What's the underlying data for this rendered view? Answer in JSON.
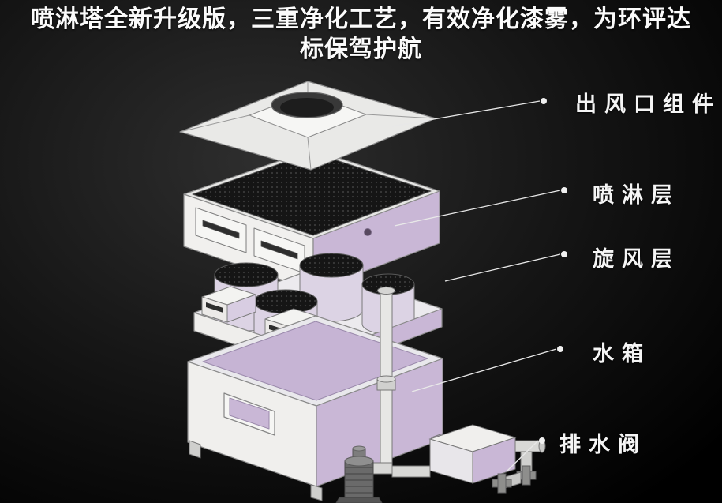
{
  "title": {
    "line1": "喷淋塔全新升级版，三重净化工艺，有效净化漆雾，为环评达",
    "line2": "标保驾护航"
  },
  "labels": {
    "air_outlet": "出风口组件",
    "spray_layer": "喷淋层",
    "cyclone_layer": "旋风层",
    "water_tank": "水箱",
    "drain_valve": "排水阀"
  },
  "colors": {
    "background": "#000000",
    "title_text": "#fbfbfb",
    "label_text": "#f5f5f5",
    "leader_line": "#e8e8e8",
    "machine_white": "#f0efed",
    "machine_purple": "#c9b7d6",
    "mesh_dark": "#151515"
  }
}
